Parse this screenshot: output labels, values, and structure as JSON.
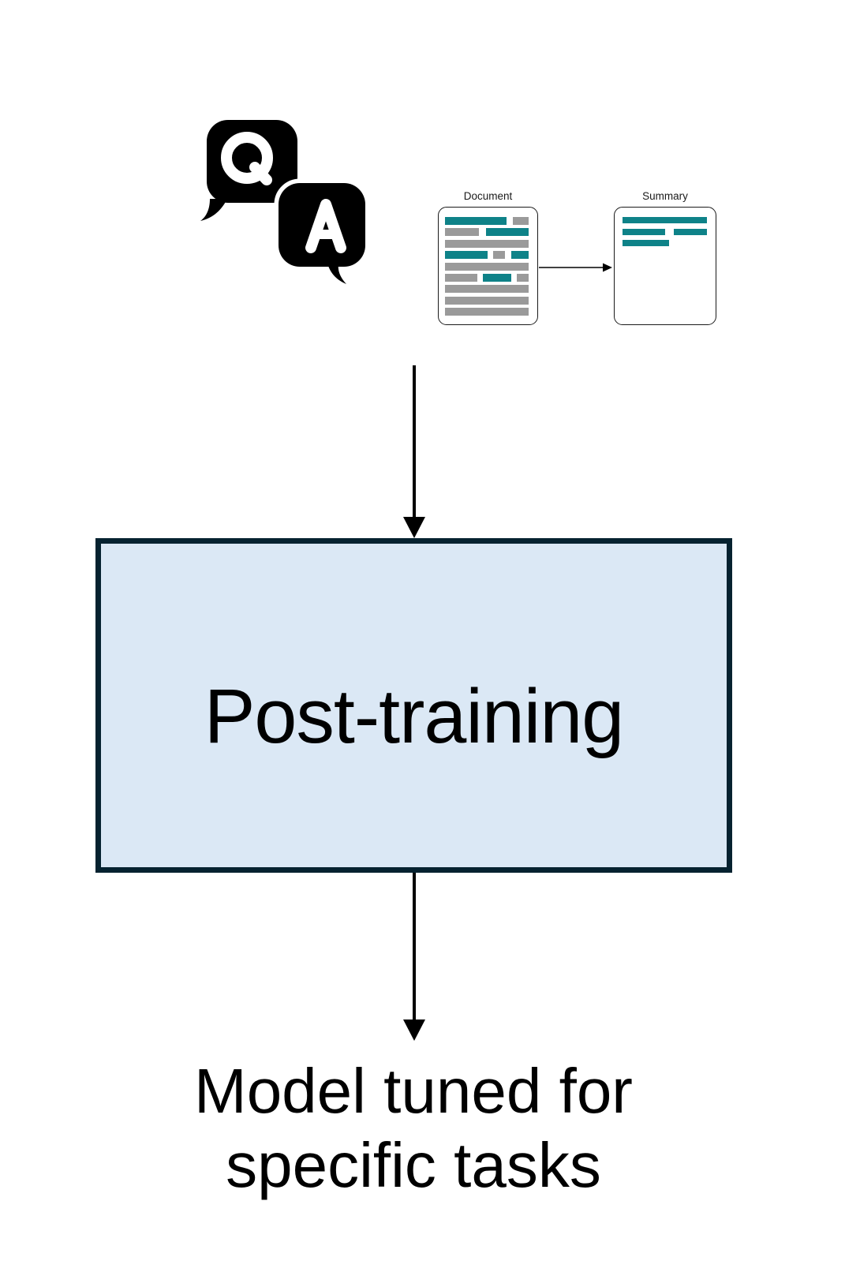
{
  "palette": {
    "teal": "#0e8288",
    "gray": "#9a9a9a",
    "box_fill": "#dbe8f5",
    "box_border": "#062230",
    "ink": "#000000",
    "card_border": "#1a1a1a"
  },
  "qa_icon": {
    "question_label": "Q",
    "answer_label": "A"
  },
  "document_card": {
    "label": "Document",
    "rows": [
      [
        {
          "c": "teal",
          "w": 74
        },
        {
          "c": "gray",
          "w": 19
        }
      ],
      [
        {
          "c": "gray",
          "w": 41
        },
        {
          "c": "teal",
          "w": 51
        }
      ],
      [
        {
          "c": "gray",
          "w": 100
        }
      ],
      [
        {
          "c": "teal",
          "w": 51
        },
        {
          "c": "gray",
          "w": 14
        },
        {
          "c": "teal",
          "w": 21
        }
      ],
      [
        {
          "c": "gray",
          "w": 100
        }
      ],
      [
        {
          "c": "gray",
          "w": 39
        },
        {
          "c": "teal",
          "w": 34
        },
        {
          "c": "gray",
          "w": 14
        }
      ],
      [
        {
          "c": "gray",
          "w": 100
        }
      ],
      [
        {
          "c": "gray",
          "w": 100
        }
      ],
      [
        {
          "c": "gray",
          "w": 100
        }
      ]
    ]
  },
  "summary_card": {
    "label": "Summary",
    "rows": [
      [
        {
          "c": "teal",
          "w": 100
        }
      ],
      [
        {
          "c": "teal",
          "w": 50
        },
        {
          "c": "teal",
          "w": 39
        }
      ],
      [
        {
          "c": "teal",
          "w": 55
        }
      ]
    ]
  },
  "flow": {
    "process_label": "Post-training",
    "result_line1": "Model tuned for",
    "result_line2": "specific tasks"
  }
}
